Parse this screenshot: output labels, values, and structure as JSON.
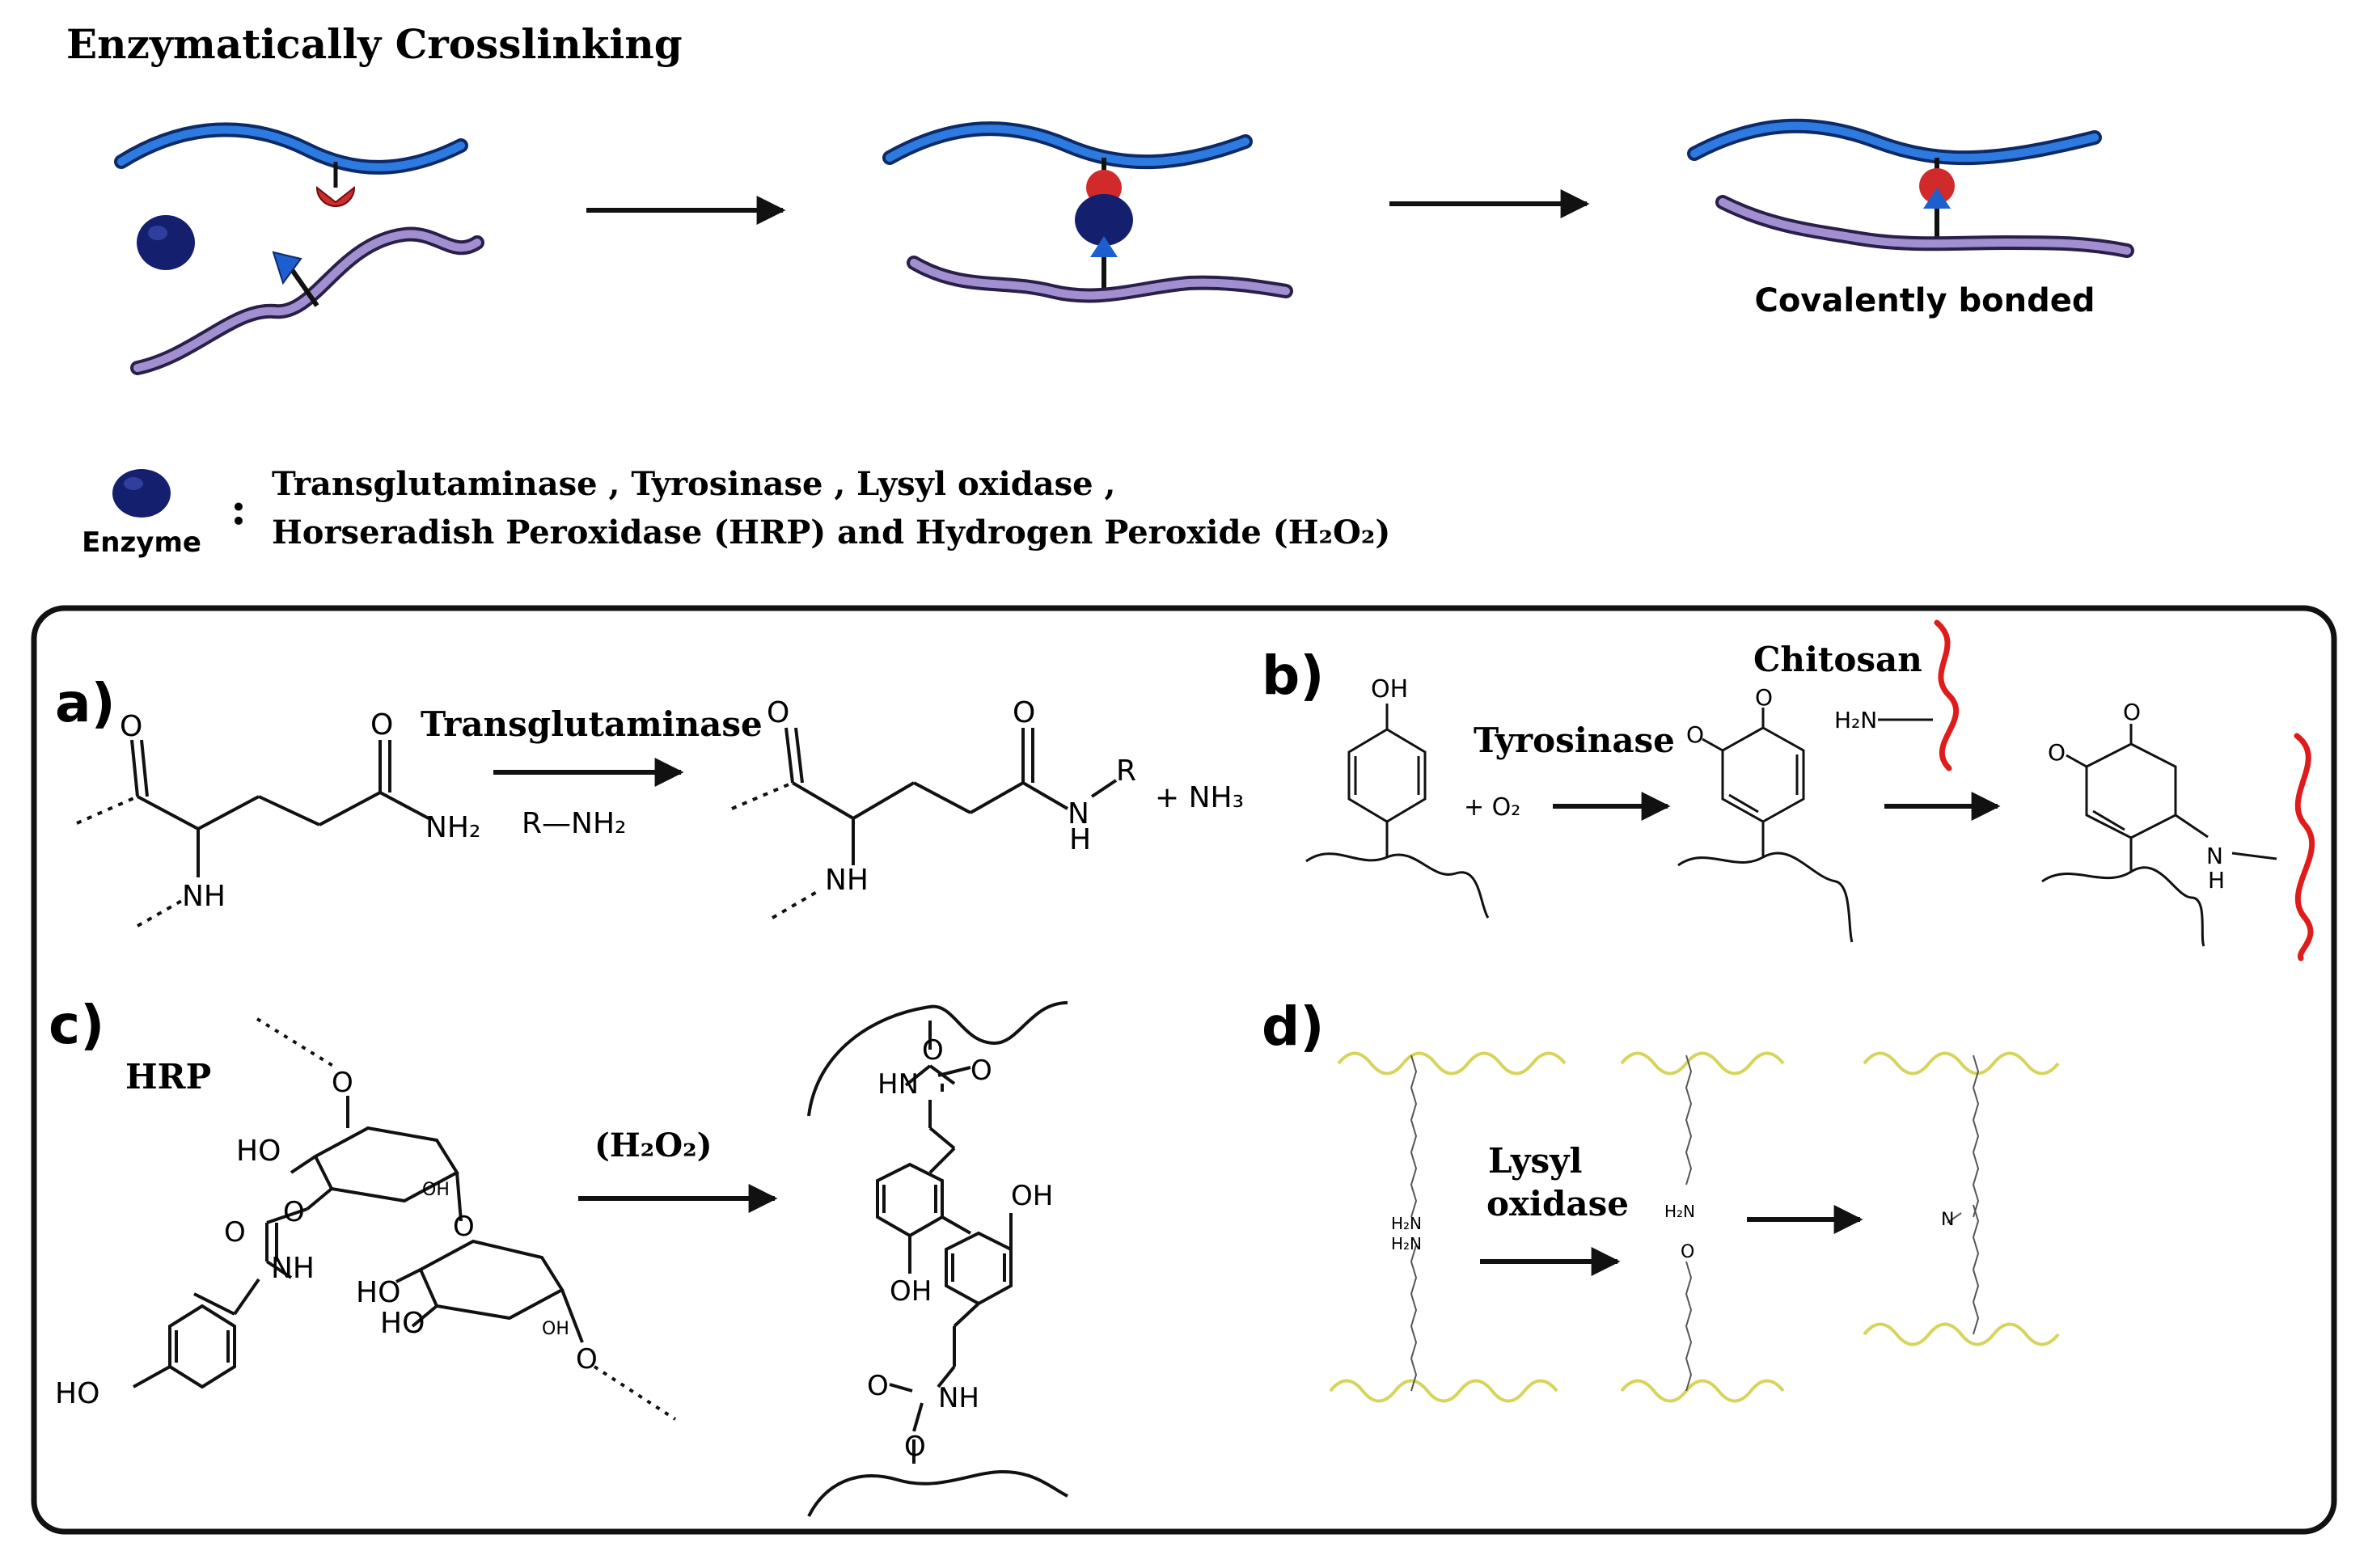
{
  "title": "Enzymatically Crosslinking",
  "colors": {
    "chain_blue": "#1e63c8",
    "chain_purple": "#9a83c9",
    "enzyme": "#14206e",
    "red_group": "#d02a2a",
    "chitosan_red": "#e01b1b",
    "yellow_chain": "#d6d45a",
    "box_border": "#111111"
  },
  "top_scheme": {
    "product_label": "Covalently bonded",
    "legend": {
      "icon_label": "Enzyme",
      "separator": ":",
      "line1": "Transglutaminase , Tyrosinase , Lysyl oxidase ,",
      "line2": "Horseradish Peroxidase (HRP) and Hydrogen Peroxide (H₂O₂)"
    }
  },
  "panels": {
    "a": {
      "label": "a)",
      "enzyme": "Transglutaminase",
      "reagent": "R—NH₂",
      "atoms": {
        "o": "O",
        "nh2": "NH₂",
        "nh": "NH",
        "r": "R",
        "n": "N",
        "h": "H",
        "plus_nh3": "+  NH₃"
      }
    },
    "b": {
      "label": "b)",
      "enzyme": "Tyrosinase",
      "chitosan": "Chitosan",
      "atoms": {
        "oh": "OH",
        "o2": "+ O₂",
        "o": "O",
        "h2n": "H₂N",
        "n": "N",
        "h": "H"
      }
    },
    "c": {
      "label": "c)",
      "enzyme": "HRP",
      "reagent": "(H₂O₂)",
      "atoms": {
        "o": "O",
        "ho": "HO",
        "oh": "OH",
        "nh": "NH",
        "hn": "HN"
      }
    },
    "d": {
      "label": "d)",
      "enzyme_line1": "Lysyl",
      "enzyme_line2": "oxidase",
      "atoms": {
        "h2n": "H₂N",
        "o": "O",
        "n": "N"
      }
    }
  }
}
